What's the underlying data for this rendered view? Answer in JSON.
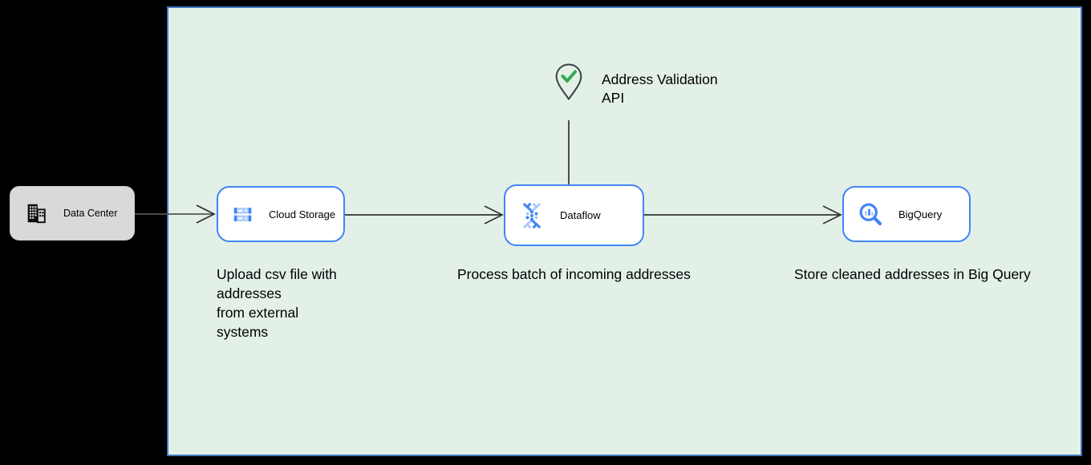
{
  "colors": {
    "page_background": "#000000",
    "canvas_background": "#e3f0e8",
    "canvas_border": "#4276b9",
    "node_border": "#4285f4",
    "external_node_background": "#d9d9d9",
    "gcp_blue": "#4285f4",
    "gcp_blue_light": "#aecbfa",
    "check_green": "#34a853",
    "arrow_color": "#333333"
  },
  "external_node": {
    "label": "Data Center",
    "icon": "building-icon"
  },
  "nodes": [
    {
      "label": "Cloud Storage",
      "icon": "cloud-storage-icon",
      "caption": "Upload csv file with\naddresses\nfrom external\nsystems"
    },
    {
      "label": "Dataflow",
      "icon": "dataflow-icon",
      "caption": "Process batch of incoming addresses"
    },
    {
      "label": "BigQuery",
      "icon": "bigquery-icon",
      "caption": "Store cleaned addresses in Big Query"
    }
  ],
  "annotation": {
    "label": "Address Validation\nAPI",
    "icon": "map-pin-check-icon"
  }
}
